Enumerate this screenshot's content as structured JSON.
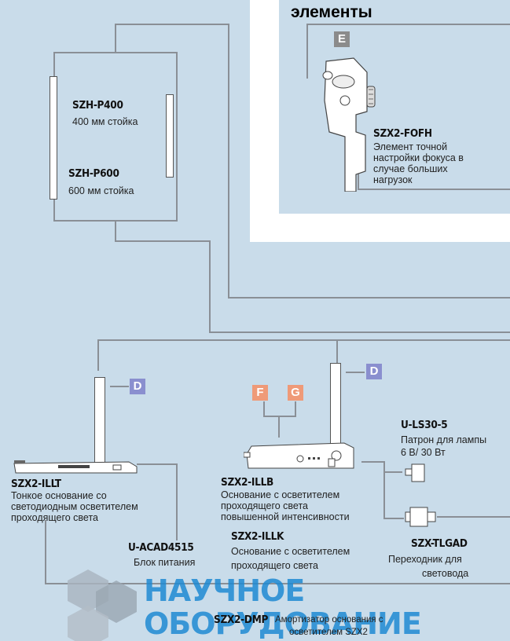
{
  "panel": {
    "title": "элементы",
    "badge": "E"
  },
  "focus_unit": {
    "code": "SZX2-FOFH",
    "desc_1": "Элемент точной",
    "desc_2": "настройки фокуса в",
    "desc_3": "случае больших",
    "desc_4": "нагрузок"
  },
  "stand_400": {
    "code": "SZH-P400",
    "desc": "400 мм стойка"
  },
  "stand_600": {
    "code": "SZH-P600",
    "desc": "600 мм стойка"
  },
  "badges": {
    "d_left": "D",
    "d_right": "D",
    "f": "F",
    "g": "G"
  },
  "illt": {
    "code": "SZX2-ILLT",
    "desc_1": "Тонкое основание со",
    "desc_2": "светодиодным осветителем",
    "desc_3": "проходящего света"
  },
  "illb": {
    "code": "SZX2-ILLB",
    "desc_1": "Основание с осветителем",
    "desc_2": "проходящего света",
    "desc_3": "повышенной интенсивности"
  },
  "illk": {
    "code": "SZX2-ILLK",
    "desc_1": "Основание с осветителем",
    "desc_2": "проходящего света"
  },
  "lamp": {
    "code": "U-LS30-5",
    "desc_1": "Патрон для лампы",
    "desc_2": "6 В/ 30 Вт"
  },
  "power": {
    "code": "U-ACAD4515",
    "desc": "Блок питания"
  },
  "adapter": {
    "code": "SZX-TLGAD",
    "desc_1": "Переходник для",
    "desc_2": "световода"
  },
  "damper": {
    "code": "SZX2-DMP",
    "desc_1": "Амортизатор основания с",
    "desc_2": "осветителем SZX2"
  },
  "watermark": {
    "line_1": "НАУЧНОЕ",
    "line_2": "ОБОРУДОВАНИЕ"
  },
  "colors": {
    "background": "#c9dcea",
    "lines": "#8a8f96",
    "badge_d": "#8a8fcf",
    "badge_fg": "#ef9a78",
    "badge_e": "#8b8b8b",
    "watermark": "#1f8ad3"
  }
}
